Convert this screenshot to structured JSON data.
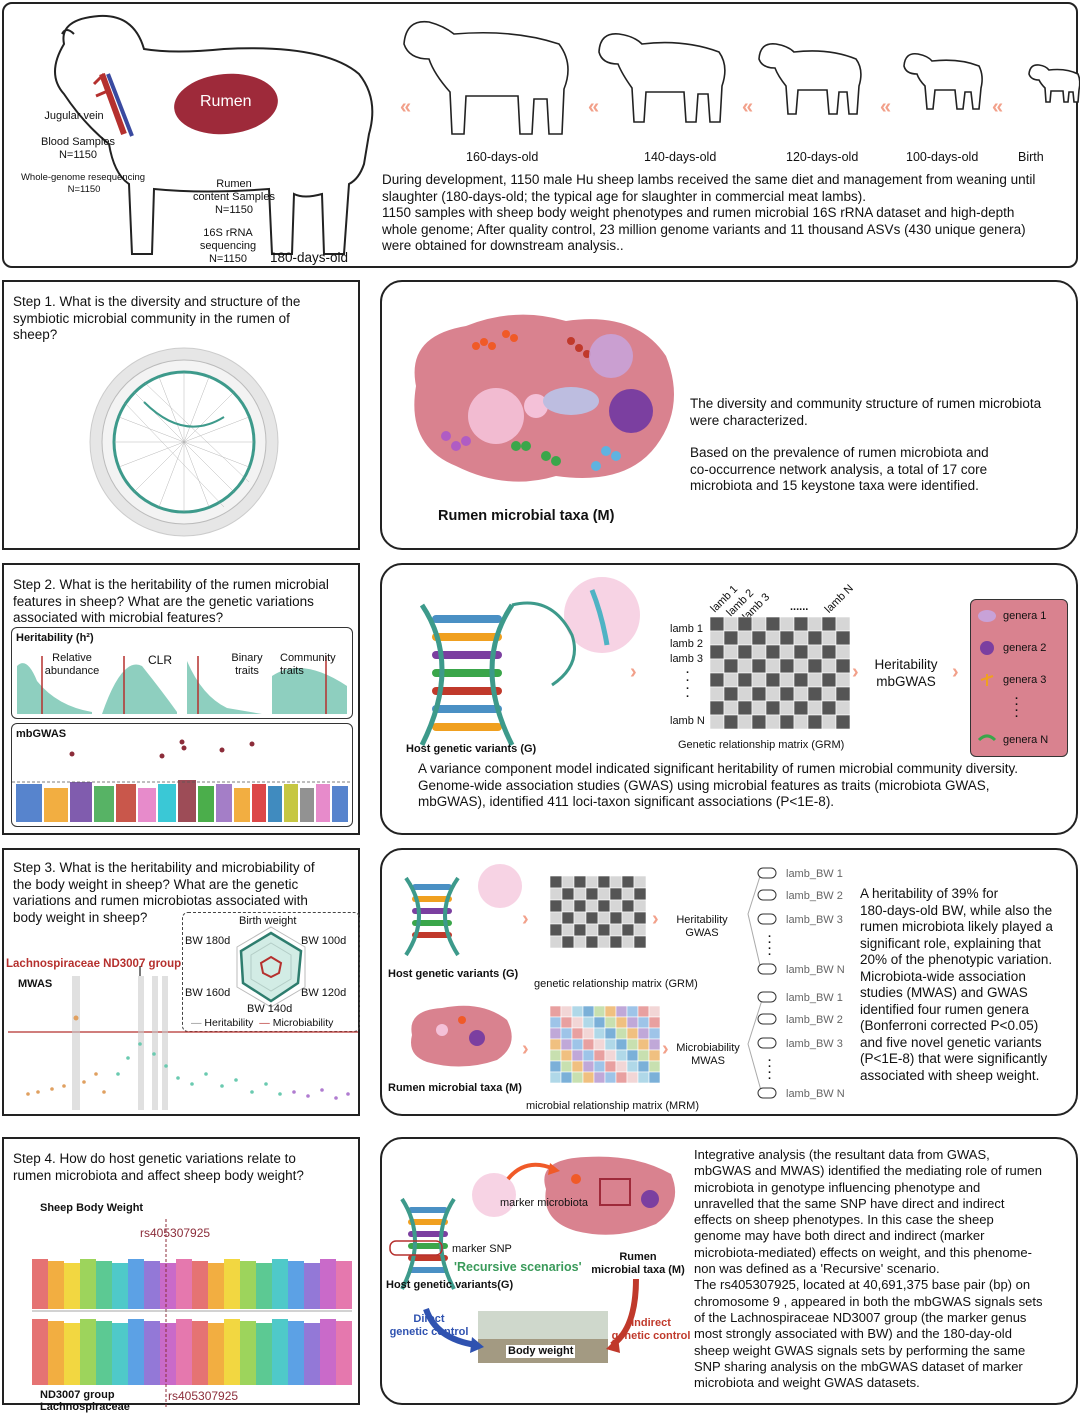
{
  "top": {
    "jugular": "Jugular vein",
    "blood_samples": "Blood Samples",
    "n1": "N=1150",
    "wgs": "Whole-genome resequencing",
    "n2": "N=1150",
    "rumen_label": "Rumen",
    "rumen_samples_1": "Rumen",
    "rumen_samples_2": "content  Samples",
    "n3": "N=1150",
    "seq16s_1": "16S rRNA",
    "seq16s_2": "sequencing",
    "n4": "N=1150",
    "age_main": "180-days-old",
    "ages": [
      "160-days-old",
      "140-days-old",
      "120-days-old",
      "100-days-old",
      "Birth"
    ],
    "description": [
      "During development, 1150 male Hu sheep lambs received the same diet and management from weaning until",
      "slaughter (180-days-old; the typical age for slaughter in commercial meat lambs).",
      "1150 samples with sheep body weight phenotypes and rumen microbial 16S rRNA dataset and high-depth",
      "whole genome; After quality control, 23 million genome variants and 11 thousand ASVs (430 unique genera)",
      "were obtained for downstream analysis.."
    ]
  },
  "step1": {
    "question": [
      "Step 1. What is the diversity and structure of the",
      "symbiotic microbial community in the rumen of",
      "sheep?"
    ],
    "caption": "Rumen microbial taxa (M)",
    "text": [
      "The diversity and community structure of rumen microbiota",
      "were characterized.",
      "",
      "Based on the prevalence of rumen microbiota and",
      "co-occurrence network analysis, a total of 17 core",
      "microbiota and 15 keystone taxa were identified."
    ]
  },
  "step2": {
    "question": [
      "Step 2. What is the heritability of the rumen microbial",
      "features in sheep? What are the genetic variations",
      "associated with microbial features?"
    ],
    "heritability_title": "Heritability (h²)",
    "panels": [
      [
        "Relative",
        "abundance"
      ],
      [
        "CLR"
      ],
      [
        "Binary",
        "traits"
      ],
      [
        "Community",
        "traits"
      ]
    ],
    "mbgwas_title": "mbGWAS",
    "host_label": "Host genetic variants (G)",
    "lambs_top": [
      "lamb 1",
      "lamb 2",
      "lamb 3",
      "......",
      "lamb N"
    ],
    "lambs_side": [
      "lamb 1",
      "lamb 2",
      "lamb 3",
      "lamb N"
    ],
    "grm_label": "Genetic relationship matrix (GRM)",
    "method": [
      "Heritability",
      "mbGWAS"
    ],
    "genera": [
      "genera 1",
      "genera 2",
      "genera 3",
      "genera N"
    ],
    "text": [
      "A variance component model indicated significant heritability of rumen microbial community diversity.",
      "Genome-wide association studies (GWAS) using microbial features as traits (microbiota GWAS,",
      "mbGWAS), identified 411 loci-taxon significant associations (P<1E-8)."
    ]
  },
  "step3": {
    "question": [
      "Step 3. What is the heritability and microbiability of",
      "the body weight in sheep? What are the genetic",
      "variations and rumen microbiotas associated with",
      "body weight in sheep?"
    ],
    "radar_axes": [
      "Birth weight",
      "BW 100d",
      "BW 120d",
      "BW 140d",
      "BW 160d",
      "BW 180d"
    ],
    "legend": [
      "Heritability",
      "Microbiability"
    ],
    "highlight": "Lachnospiraceae ND3007 group",
    "mwas_title": "MWAS",
    "host_label": "Host genetic variants (G)",
    "grm_label": "genetic relationship matrix (GRM)",
    "method1": [
      "Heritability",
      "GWAS"
    ],
    "rumen_label": "Rumen microbial taxa (M)",
    "mrm_label": "microbial relationship matrix (MRM)",
    "method2": [
      "Microbiability",
      "MWAS"
    ],
    "lambs": [
      "lamb_BW 1",
      "lamb_BW 2",
      "lamb_BW 3",
      "lamb_BW N",
      "lamb_BW 1",
      "lamb_BW 2",
      "lamb_BW 3",
      "lamb_BW N"
    ],
    "text": [
      "A heritability of 39% for",
      "180-days-old BW, while also the",
      "rumen microbiota likely played a",
      "significant role, explaining that",
      "20% of the phenotypic variation.",
      "Microbiota-wide association",
      "studies (MWAS) and GWAS",
      "identified four rumen genera",
      "(Bonferroni corrected P<0.05)",
      "and five novel genetic variants",
      "(P<1E-8) that were significantly",
      "associated with sheep weight."
    ]
  },
  "step4": {
    "question": [
      "Step 4. How do host genetic variations relate to",
      "rumen microbiota and affect sheep body weight?"
    ],
    "sbw_title": "Sheep Body Weight",
    "snp": "rs405307925",
    "lach_1": "Lachnospiraceae",
    "lach_2": "ND3007 group",
    "marker_microbiota": "marker microbiota",
    "marker_snp": "marker SNP",
    "rumen_1": "Rumen",
    "rumen_2": "microbial taxa (M)",
    "recursive": "'Recursive scenarios'",
    "host_label": "Host genetic variants(G)",
    "direct": [
      "Direct",
      "genetic control"
    ],
    "indirect": [
      "Indirect",
      "genetic control"
    ],
    "body_weight": "Body weight",
    "text": [
      "Integrative analysis (the resultant data from GWAS,",
      "mbGWAS and MWAS) identified the mediating role of rumen",
      "microbiota in genotype influencing phenotype and",
      "unravelled that the same SNP have direct and indirect",
      "effects on sheep phenotypes. In this case the sheep",
      "genome may have both direct and indirect (marker",
      "microbiota-mediated) effects on weight, and this phenome-",
      "non was defined as a 'Recursive' scenario.",
      "The rs405307925, located at 40,691,375 base pair (bp) on",
      "chromosome 9 , appeared in both the mbGWAS signals sets",
      "of the Lachnospiraceae ND3007 group (the marker genus",
      "most strongly associated with BW) and the 180-day-old",
      "sheep weight GWAS signals sets by performing the same",
      "SNP sharing analysis on the mbGWAS dataset of marker",
      "microbiota and weight GWAS datasets."
    ]
  },
  "colors": {
    "rumen": "#d9828f",
    "rumen_dark": "#9e2a3a",
    "teal": "#3d9a8b",
    "arrow": "#f2a08a",
    "red": "#b5302e"
  }
}
